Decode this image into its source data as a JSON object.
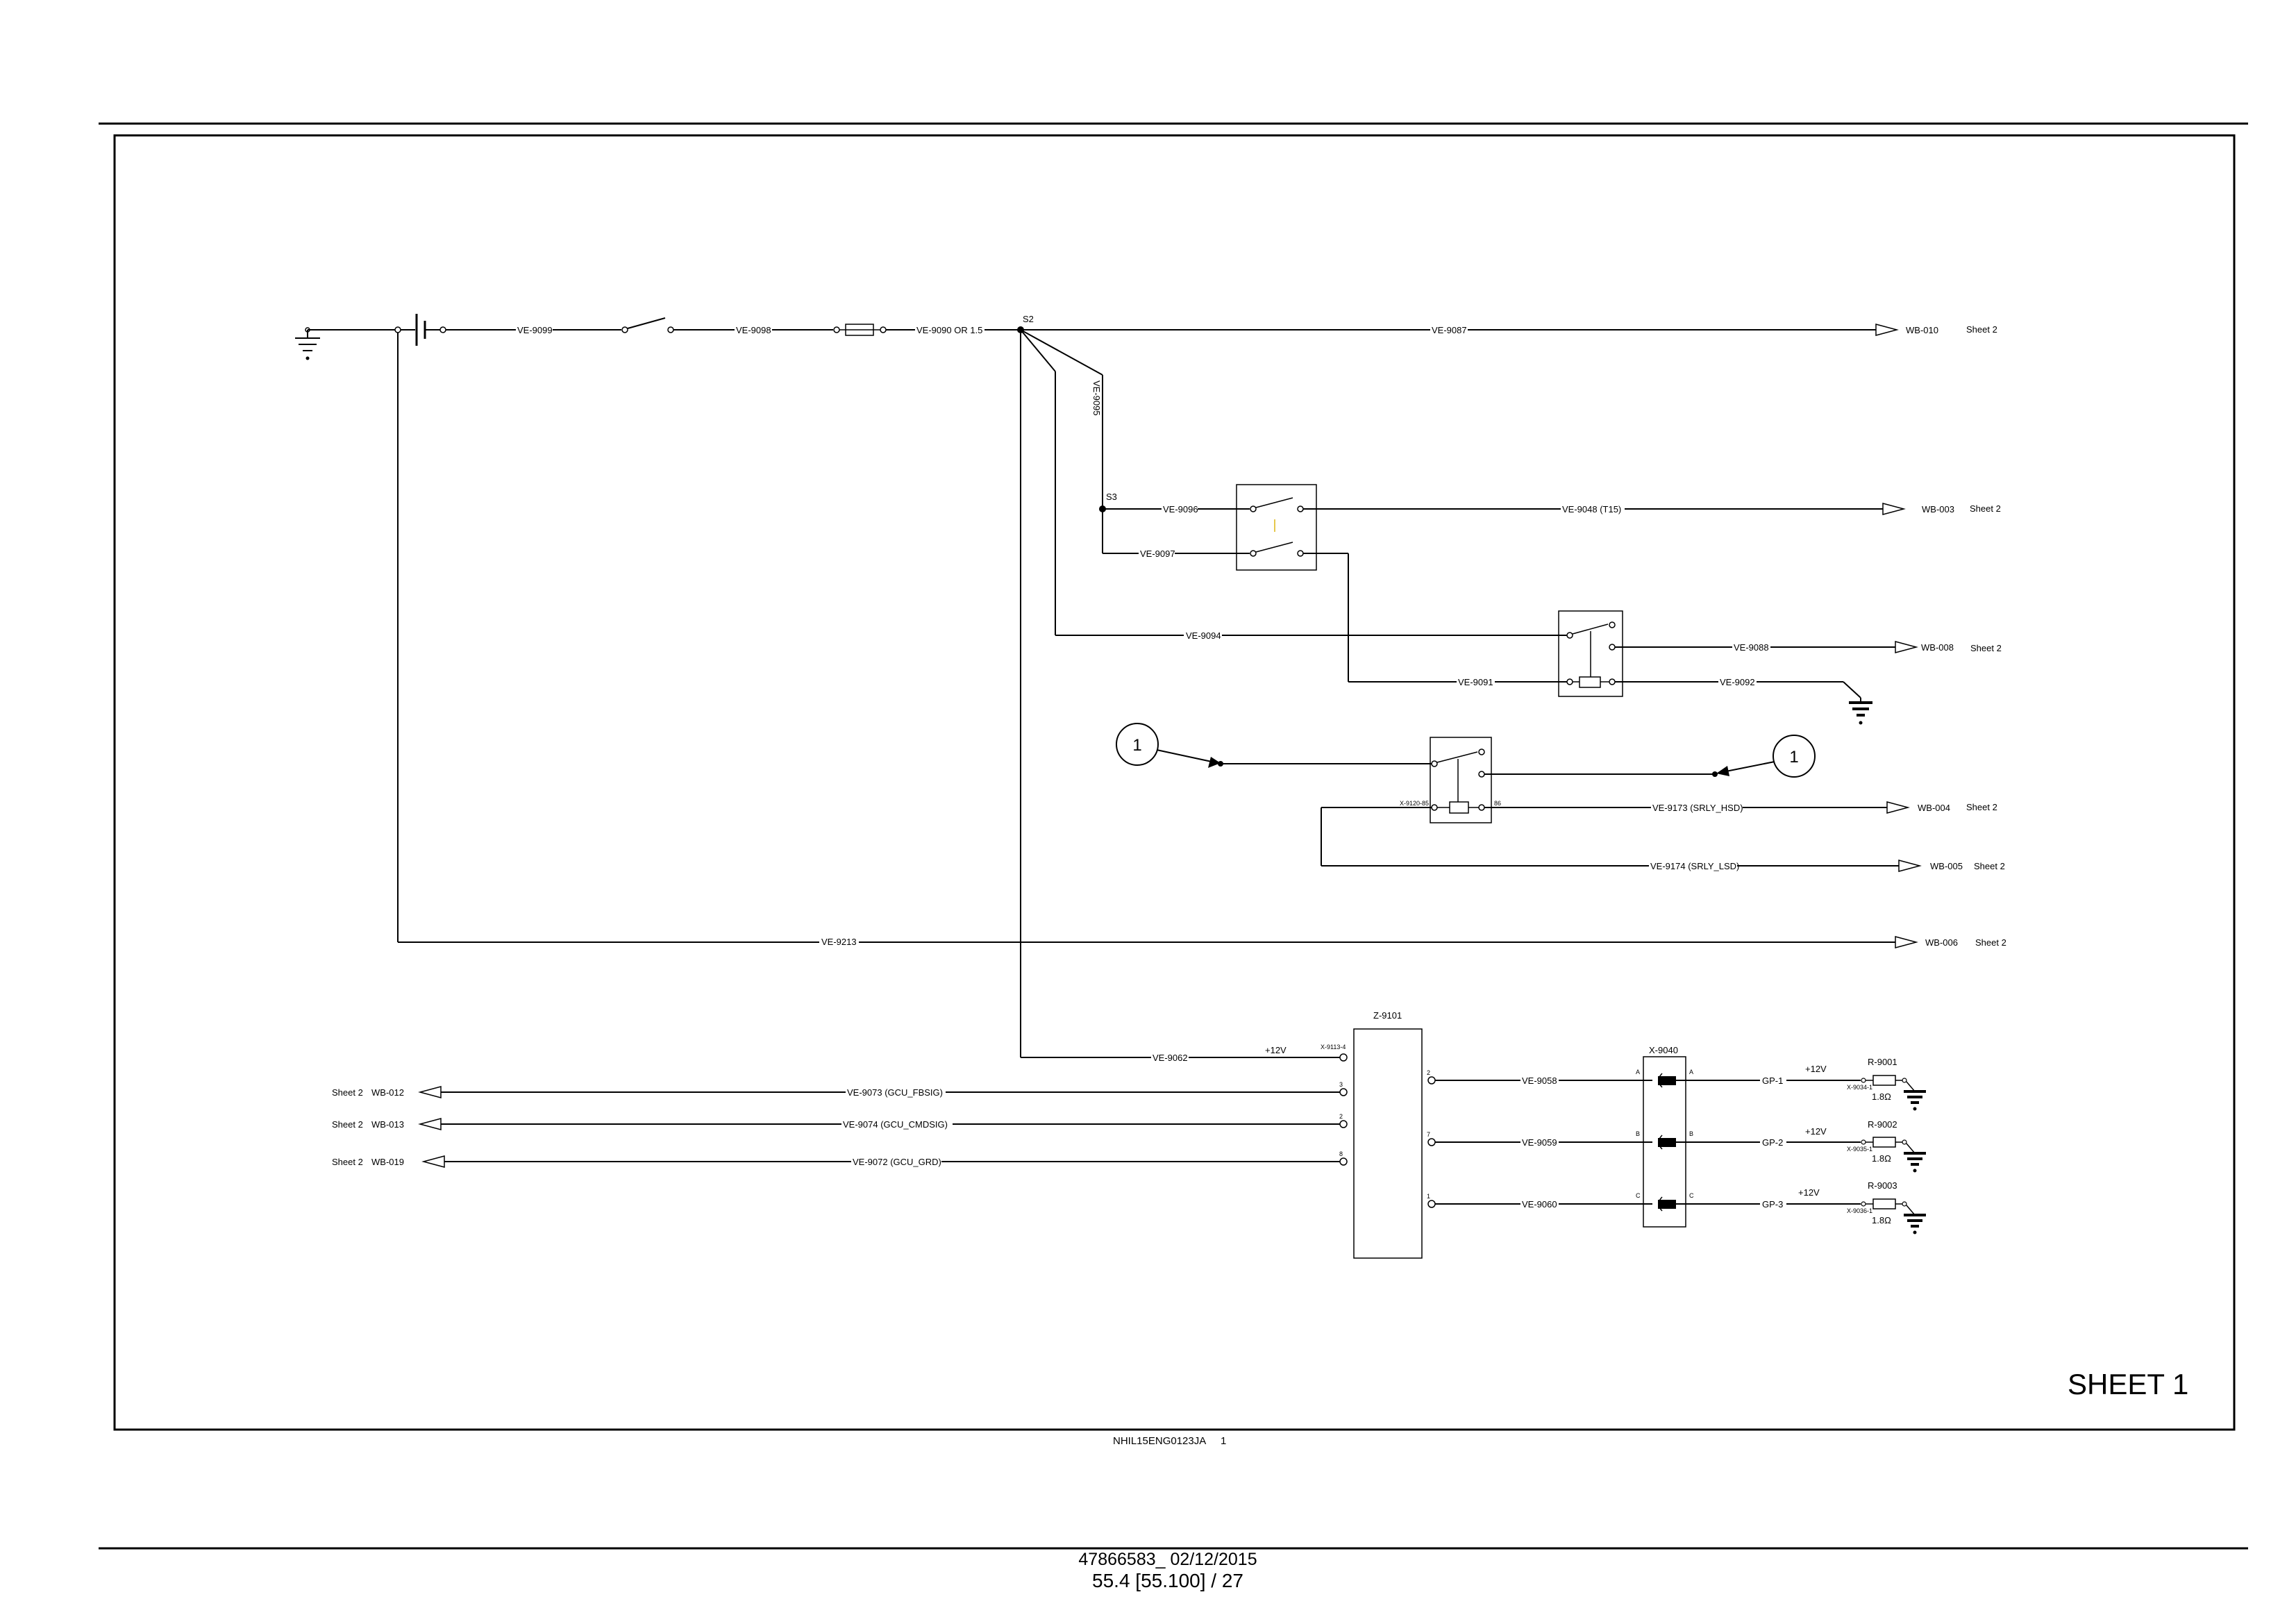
{
  "sheet": {
    "title": "SHEET 1",
    "doc_code": "NHIL15ENG0123JA",
    "doc_index": "1"
  },
  "footer": {
    "doc_date": "47866583_ 02/12/2015",
    "page": "55.4 [55.100] / 27"
  },
  "nodes": {
    "s2": "S2",
    "s3": "S3"
  },
  "callouts": [
    "1",
    "1"
  ],
  "wires": {
    "w9099": "VE-9099",
    "w9098": "VE-9098",
    "w9090": "VE-9090 OR 1.5",
    "w9087": "VE-9087",
    "w9095": "VE-9095",
    "w9096": "VE-9096",
    "w9048": "VE-9048 (T15)",
    "w9097": "VE-9097",
    "w9094": "VE-9094",
    "w9088": "VE-9088",
    "w9091": "VE-9091",
    "w9092": "VE-9092",
    "w9173": "VE-9173 (SRLY_HSD)",
    "w9174": "VE-9174 (SRLY_LSD)",
    "w9213": "VE-9213",
    "w9062": "VE-9062",
    "w9073": "VE-9073 (GCU_FBSIG)",
    "w9074": "VE-9074 (GCU_CMDSIG)",
    "w9072": "VE-9072 (GCU_GRD)",
    "w9058": "VE-9058",
    "w9059": "VE-9059",
    "w9060": "VE-9060"
  },
  "offsheet_right": [
    {
      "tag": "WB-010",
      "sheet": "Sheet 2"
    },
    {
      "tag": "WB-003",
      "sheet": "Sheet 2"
    },
    {
      "tag": "WB-008",
      "sheet": "Sheet 2"
    },
    {
      "tag": "WB-004",
      "sheet": "Sheet 2"
    },
    {
      "tag": "WB-005",
      "sheet": "Sheet 2"
    },
    {
      "tag": "WB-006",
      "sheet": "Sheet 2"
    }
  ],
  "offsheet_left": [
    {
      "tag": "WB-012",
      "sheet": "Sheet 2"
    },
    {
      "tag": "WB-013",
      "sheet": "Sheet 2"
    },
    {
      "tag": "WB-019",
      "sheet": "Sheet 2"
    }
  ],
  "components": {
    "z9101": "Z-9101",
    "x9040": "X-9040",
    "plus12v": "+12V",
    "relay_left_pin": "X-9120-85",
    "relay_right_pin": "86",
    "z_top_pin": "X-9113-4",
    "z_pins_left": [
      "3",
      "2",
      "8"
    ],
    "z_pins_right": [
      "2",
      "7",
      "1"
    ],
    "conn_left_pins": [
      "A",
      "B",
      "C"
    ],
    "conn_right_pins": [
      "A",
      "B",
      "C"
    ],
    "gp": [
      "GP-1",
      "GP-2",
      "GP-3"
    ],
    "resistors": [
      {
        "name": "R-9001",
        "value": "1.8Ω",
        "pin": "X-9034-1"
      },
      {
        "name": "R-9002",
        "value": "1.8Ω",
        "pin": "X-9035-1"
      },
      {
        "name": "R-9003",
        "value": "1.8Ω",
        "pin": "X-9036-1"
      }
    ]
  }
}
